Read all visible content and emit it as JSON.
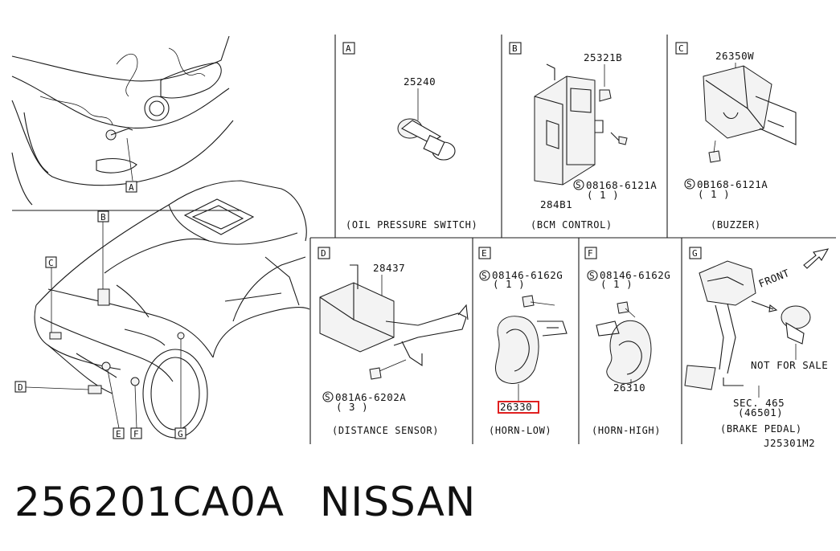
{
  "panels": {
    "A": {
      "letter": "A",
      "part_number": "25240",
      "caption": "(OIL PRESSURE SWITCH)"
    },
    "B": {
      "letter": "B",
      "part_number": "284B1",
      "bolt_number": "25321B",
      "screw_number": "08168-6121A",
      "screw_qty": "( 1 )",
      "caption": "(BCM CONTROL)"
    },
    "C": {
      "letter": "C",
      "part_number": "26350W",
      "screw_number": "0B168-6121A",
      "screw_qty": "( 1 )",
      "caption": "(BUZZER)"
    },
    "D": {
      "letter": "D",
      "part_number": "28437",
      "screw_number": "081A6-6202A",
      "screw_qty": "( 3 )",
      "caption": "(DISTANCE SENSOR)"
    },
    "E": {
      "letter": "E",
      "part_number": "26330",
      "screw_number": "08146-6162G",
      "screw_qty": "( 1 )",
      "caption": "(HORN-LOW)"
    },
    "F": {
      "letter": "F",
      "part_number": "26310",
      "screw_number": "08146-6162G",
      "screw_qty": "( 1 )",
      "caption": "(HORN-HIGH)"
    },
    "G": {
      "letter": "G",
      "front_label": "FRONT",
      "not_for_sale": "NOT FOR SALE",
      "sec_ref": "SEC. 465",
      "sec_sub": "(46501)",
      "caption": "(BRAKE PEDAL)"
    }
  },
  "overview_callouts": [
    "A",
    "B",
    "C",
    "D",
    "E",
    "F",
    "G"
  ],
  "drawing_id": "J25301M2",
  "bottom_caption": {
    "part_no": "256201CA0A",
    "brand": "NISSAN"
  },
  "highlight_color": "#e02020"
}
